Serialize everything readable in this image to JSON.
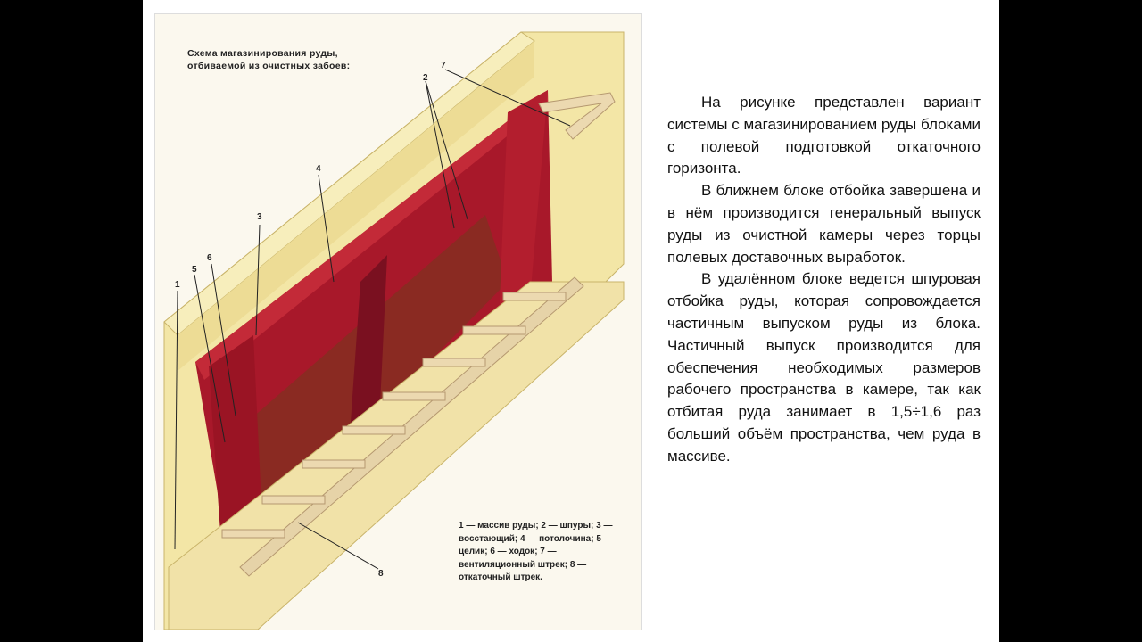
{
  "figure": {
    "title_line1": "Схема магазинирования руды,",
    "title_line2": "отбиваемой из очистных забоев:",
    "legend": "1 — массив руды; 2 — шпуры; 3 — восстающий; 4 — потолочина; 5 — целик; 6 — ходок; 7 — вентиляционный штрек; 8 — откаточный штрек.",
    "labels": [
      "1",
      "2",
      "3",
      "4",
      "5",
      "6",
      "7",
      "8"
    ],
    "colors": {
      "rock": "#f3e6a6",
      "ore": "#a8182a",
      "ore_dark": "#7a1020",
      "broken_ore": "#8a2a22",
      "drift": "#ecd9b0"
    }
  },
  "text": {
    "p1": "На рисунке представлен вариант системы с магазинированием руды блоками с полевой подготовкой откаточного горизонта.",
    "p2": "В ближнем блоке отбойка завершена и в нём производится генеральный выпуск руды из очистной камеры через  торцы полевых доставочных выработок.",
    "p3": "В удалённом блоке ведется шпуровая отбойка руды, которая сопровождается частичным выпуском руды из блока. Частичный выпуск производится для обеспечения необходимых размеров рабочего пространства в камере, так как отбитая руда занимает в 1,5÷1,6 раз больший объём пространства, чем руда в массиве."
  }
}
